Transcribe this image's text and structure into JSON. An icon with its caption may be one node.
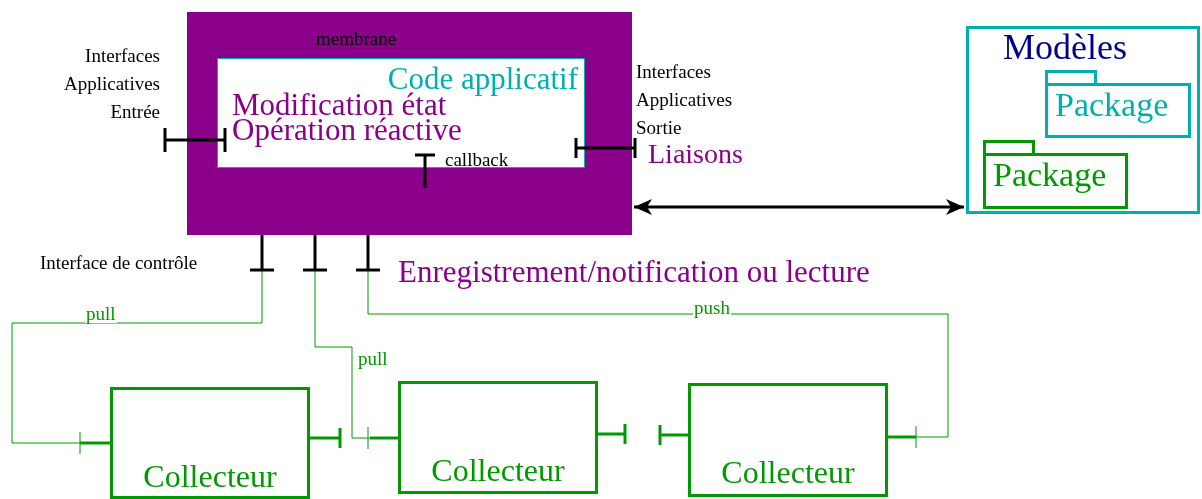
{
  "diagram": {
    "nodes": [
      {
        "text": [
          "membrane"
        ]
      },
      {
        "text": [
          "Code applicatif",
          "Modification état",
          "Opération réactive"
        ],
        "in": 0
      },
      {
        "text": [
          "Modèles"
        ]
      },
      {
        "text": [
          "Package"
        ],
        "in": 2
      },
      {
        "text": [
          "Package"
        ],
        "in": 2
      },
      {
        "text": [
          "Collecteur"
        ]
      },
      {
        "text": [
          "Collecteur"
        ]
      },
      {
        "text": [
          "Collecteur"
        ]
      }
    ],
    "edges": [
      {
        "from": 0,
        "to": 2,
        "arrow": "both",
        "label": "Liaisons",
        "style": "thick",
        "color": "#000000"
      },
      {
        "from": 0,
        "to": 5,
        "arrow": "other",
        "label": "pull"
      },
      {
        "from": 0,
        "to": 6,
        "arrow": "other",
        "label": "pull"
      },
      {
        "from": 0,
        "to": 7,
        "arrow": "other",
        "label": "push"
      }
    ],
    "labels": [
      "Interfaces Applicatives Entrée",
      "Interfaces Applicatives Sortie",
      "callback",
      "Interface de contrôle",
      "Enregistrement/notification ou lecture"
    ]
  }
}
